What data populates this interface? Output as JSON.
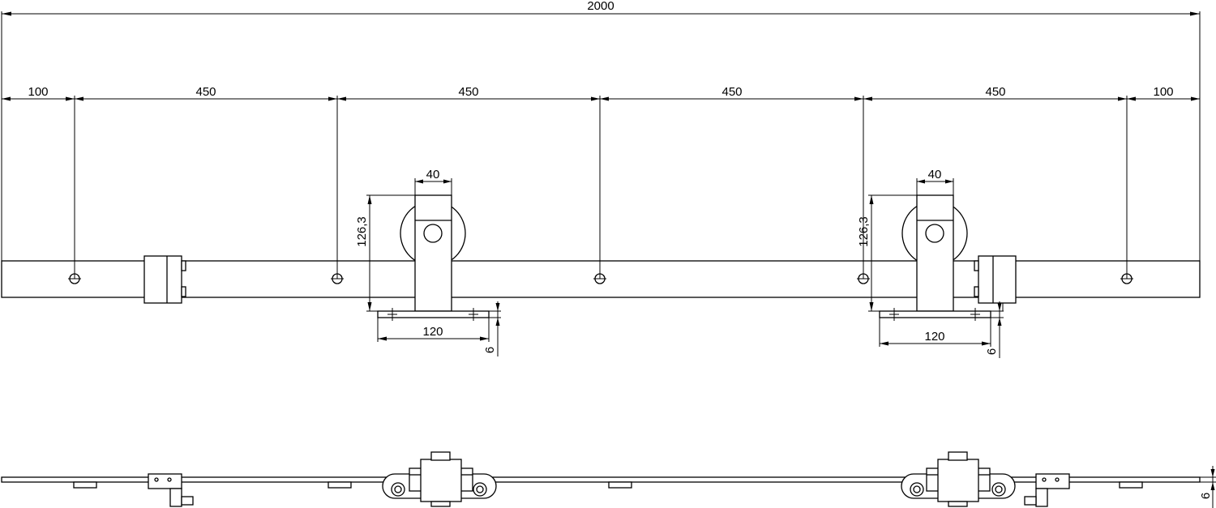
{
  "drawing": {
    "overall_length": "2000",
    "segments": [
      "100",
      "450",
      "450",
      "450",
      "450",
      "100"
    ],
    "hanger_left": {
      "width": "40",
      "height": "126,3",
      "base": "120",
      "thickness": "6"
    },
    "hanger_right": {
      "width": "40",
      "height": "126,3",
      "base": "120",
      "thickness": "6"
    },
    "side_view_thickness": "6"
  }
}
